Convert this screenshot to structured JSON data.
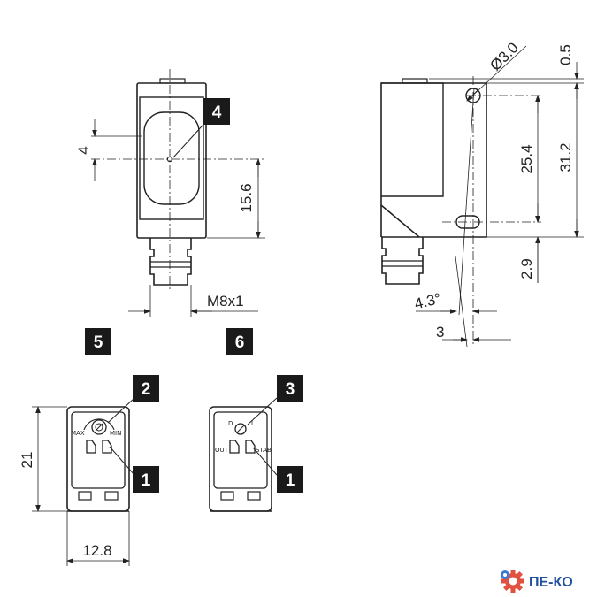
{
  "dimensions": {
    "d_4": "4",
    "d_15_6": "15.6",
    "d_m8x1": "M8x1",
    "d_dia_3_0": "Ø3.0",
    "d_0_5": "0.5",
    "d_25_4": "25.4",
    "d_31_2": "31.2",
    "d_2_9": "2.9",
    "d_4_3deg": "4.3°",
    "d_3": "3",
    "d_21": "21",
    "d_12_8": "12.8"
  },
  "callouts": {
    "c1a": "1",
    "c1b": "1",
    "c2": "2",
    "c3": "3",
    "c4": "4",
    "c5": "5",
    "c6": "6"
  },
  "panel_labels": {
    "max": "MAX",
    "min": "MIN",
    "d": "D",
    "l": "L",
    "out": "OUT",
    "stab": "STAB"
  },
  "logo": {
    "text": "ПЕ-КО",
    "icon": "gear-logo-icon",
    "color": "#1f4fa0"
  }
}
